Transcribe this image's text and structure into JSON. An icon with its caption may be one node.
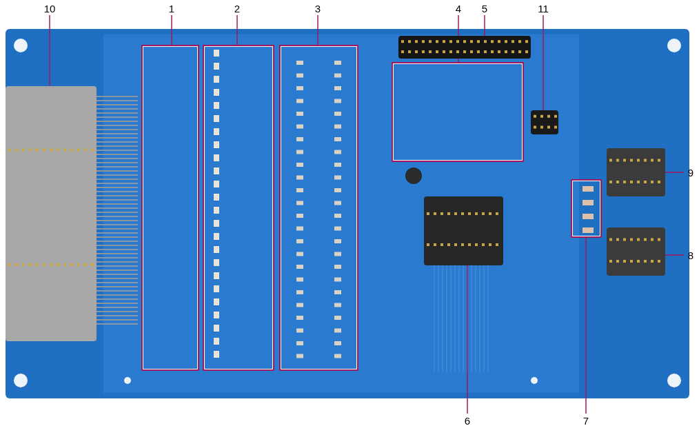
{
  "diagram": {
    "nodes": [
      {
        "text": [
          "10"
        ]
      },
      {
        "text": [
          "1"
        ]
      },
      {
        "text": [
          "2"
        ]
      },
      {
        "text": [
          "3"
        ]
      },
      {
        "text": [
          "4"
        ]
      },
      {
        "text": [
          "5"
        ]
      },
      {
        "text": [
          "11"
        ]
      },
      {
        "text": [
          "9"
        ]
      },
      {
        "text": [
          "8"
        ]
      },
      {
        "text": [
          "6"
        ]
      },
      {
        "text": [
          "7"
        ]
      },
      {
        "text": [],
        "shape": "picture"
      },
      {
        "text": [],
        "shape": "box"
      },
      {
        "text": [],
        "shape": "box"
      },
      {
        "text": [],
        "shape": "box"
      },
      {
        "text": [],
        "shape": "box"
      },
      {
        "text": [],
        "shape": "picture"
      },
      {
        "text": [],
        "shape": "picture"
      },
      {
        "text": [],
        "shape": "picture"
      },
      {
        "text": [],
        "shape": "picture"
      },
      {
        "text": [],
        "shape": "picture"
      },
      {
        "text": [],
        "shape": "box"
      }
    ],
    "edges": [
      {
        "from": 0,
        "to": 11,
        "arrow": "none"
      },
      {
        "from": 1,
        "to": 12,
        "arrow": "none"
      },
      {
        "from": 2,
        "to": 13,
        "arrow": "none"
      },
      {
        "from": 3,
        "to": 14,
        "arrow": "none"
      },
      {
        "from": 4,
        "to": 15,
        "arrow": "none"
      },
      {
        "from": 5,
        "to": 16,
        "arrow": "none"
      },
      {
        "from": 6,
        "to": 17,
        "arrow": "none"
      },
      {
        "from": 7,
        "to": 18,
        "arrow": "none"
      },
      {
        "from": 8,
        "to": 19,
        "arrow": "none"
      },
      {
        "from": 9,
        "to": 20,
        "arrow": "none"
      },
      {
        "from": 10,
        "to": 21,
        "arrow": "none"
      }
    ]
  }
}
